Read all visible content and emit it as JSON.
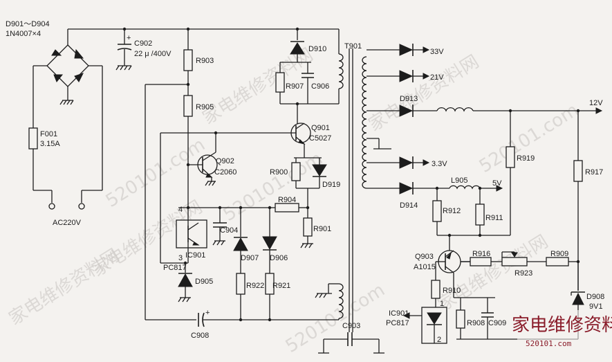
{
  "labels": {
    "d901_d904": "D901～D904",
    "d901_type": "1N4007×4",
    "c902": "C902",
    "c902_val": "22 μ /400V",
    "f001": "F001",
    "f001_val": "3.15A",
    "ac_in": "AC220V",
    "r903": "R903",
    "r905": "R905",
    "d910": "D910",
    "r907": "R907",
    "c906": "C906",
    "t901": "T901",
    "q901": "Q901",
    "q901_type": "C5027",
    "q902": "Q902",
    "q902_type": "C2060",
    "r900": "R900",
    "d919": "D919",
    "pin4": "4",
    "pin3": "3",
    "r904": "R904",
    "c904": "C904",
    "r901": "R901",
    "ic901_a": "IC901",
    "pc817_a": "PC817",
    "d907": "D907",
    "d906": "D906",
    "d905": "D905",
    "r922": "R922",
    "r921": "R921",
    "c908": "C908",
    "c903": "C903",
    "out33": "33V",
    "out21": "21V",
    "d913": "D913",
    "out12": "12V",
    "out3v3": "3.3V",
    "l905": "L905",
    "out5": "5V",
    "d914": "D914",
    "r919": "R919",
    "r917": "R917",
    "r912": "R912",
    "r911": "R911",
    "q903": "Q903",
    "q903_type": "A1015",
    "r916": "R916",
    "r923": "R923",
    "r909": "R909",
    "r910": "R910",
    "d908": "D908",
    "d908_val": "9V1",
    "ic901_b": "IC901",
    "pc817_b": "PC817",
    "pin1": "1",
    "pin2": "2",
    "r908": "R908",
    "c909": "C909"
  },
  "watermarks": {
    "cn1": "家电维修资料网",
    "cn2": "家电维修资料网",
    "cn3": "家电维修资料网",
    "cn4": "家电维修资料网",
    "cn5": "家电维修资料网",
    "url1": "520101.com",
    "url2": "520101.com",
    "url3": "520101.com",
    "url4": "520101.com"
  },
  "logo": {
    "text": "家电维修资料网",
    "url": "520101.com"
  }
}
